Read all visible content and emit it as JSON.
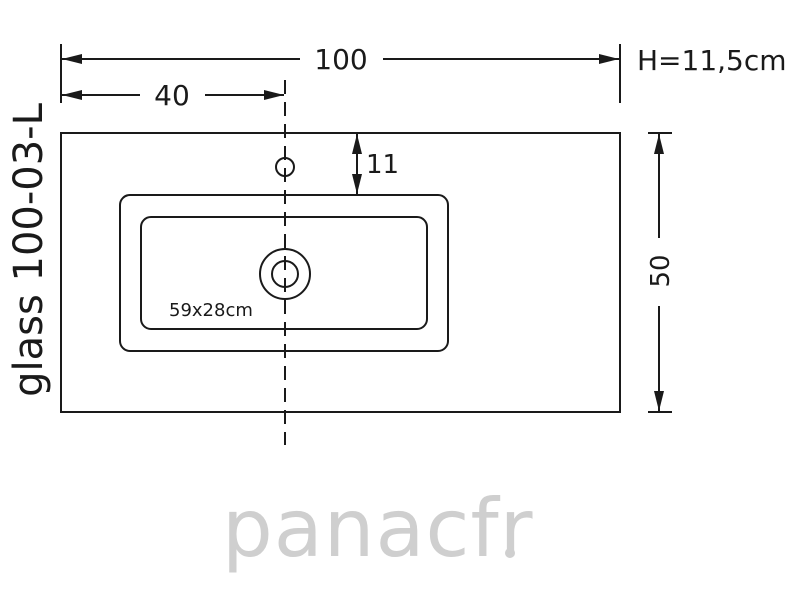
{
  "dimensions": {
    "total_width": "100",
    "faucet_offset": "40",
    "height": "H=11,5cm",
    "depth": "50",
    "hole_offset": "11",
    "basin_size": "59x28cm"
  },
  "model": "glass 100-03-L",
  "brand": {
    "name": "panacfr",
    "color": "#cfcfcf"
  },
  "colors": {
    "line": "#1a1a1a",
    "background": "#ffffff"
  }
}
